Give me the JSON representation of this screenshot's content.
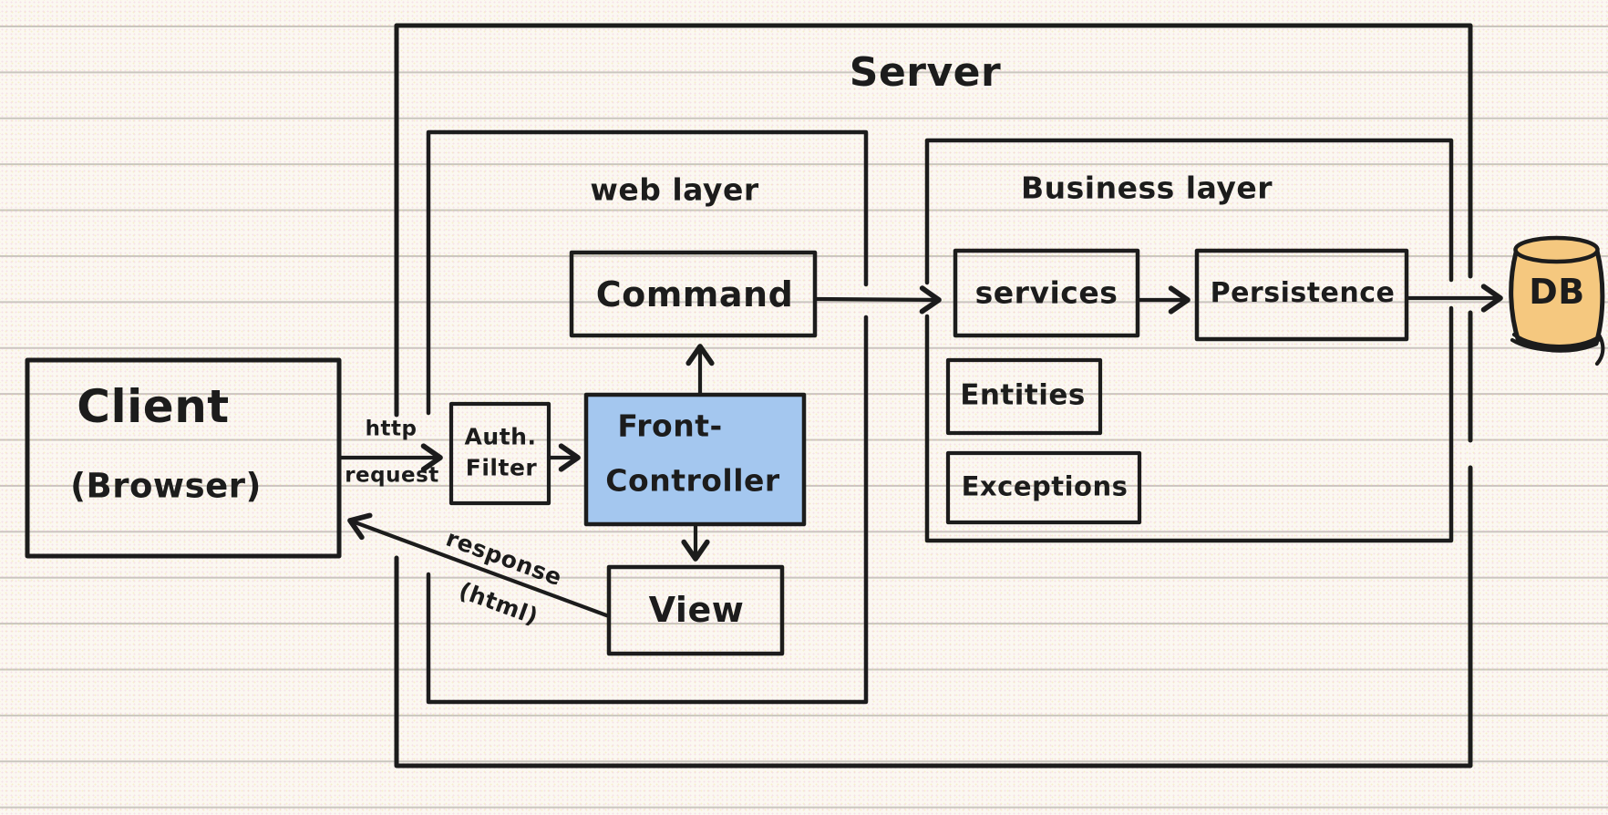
{
  "colors": {
    "ink": "#1c1c1c",
    "paper": "#fbf8f1",
    "ruled_line": "#c9c6be",
    "front_controller_fill": "#a4c7ef",
    "db_fill": "#f5c87f"
  },
  "containers": {
    "server": "Server",
    "web_layer": "web layer",
    "business_layer": "Business layer"
  },
  "nodes": {
    "client_line1": "Client",
    "client_line2": "(Browser)",
    "auth_line1": "Auth.",
    "auth_line2": "Filter",
    "front_line1": "Front-",
    "front_line2": "Controller",
    "command": "Command",
    "view": "View",
    "services": "services",
    "persistence": "Persistence",
    "entities": "Entities",
    "exceptions": "Exceptions",
    "db": "DB"
  },
  "edge_labels": {
    "http_line1": "http",
    "http_line2": "request",
    "response_line1": "response",
    "response_line2": "(html)"
  },
  "edges": [
    {
      "from": "client",
      "to": "auth-filter",
      "label": "http request"
    },
    {
      "from": "auth-filter",
      "to": "front-controller",
      "label": ""
    },
    {
      "from": "front-controller",
      "to": "command",
      "label": ""
    },
    {
      "from": "front-controller",
      "to": "view",
      "label": ""
    },
    {
      "from": "command",
      "to": "services",
      "label": ""
    },
    {
      "from": "services",
      "to": "persistence",
      "label": ""
    },
    {
      "from": "persistence",
      "to": "db",
      "label": ""
    },
    {
      "from": "view",
      "to": "client",
      "label": "response (html)"
    }
  ]
}
